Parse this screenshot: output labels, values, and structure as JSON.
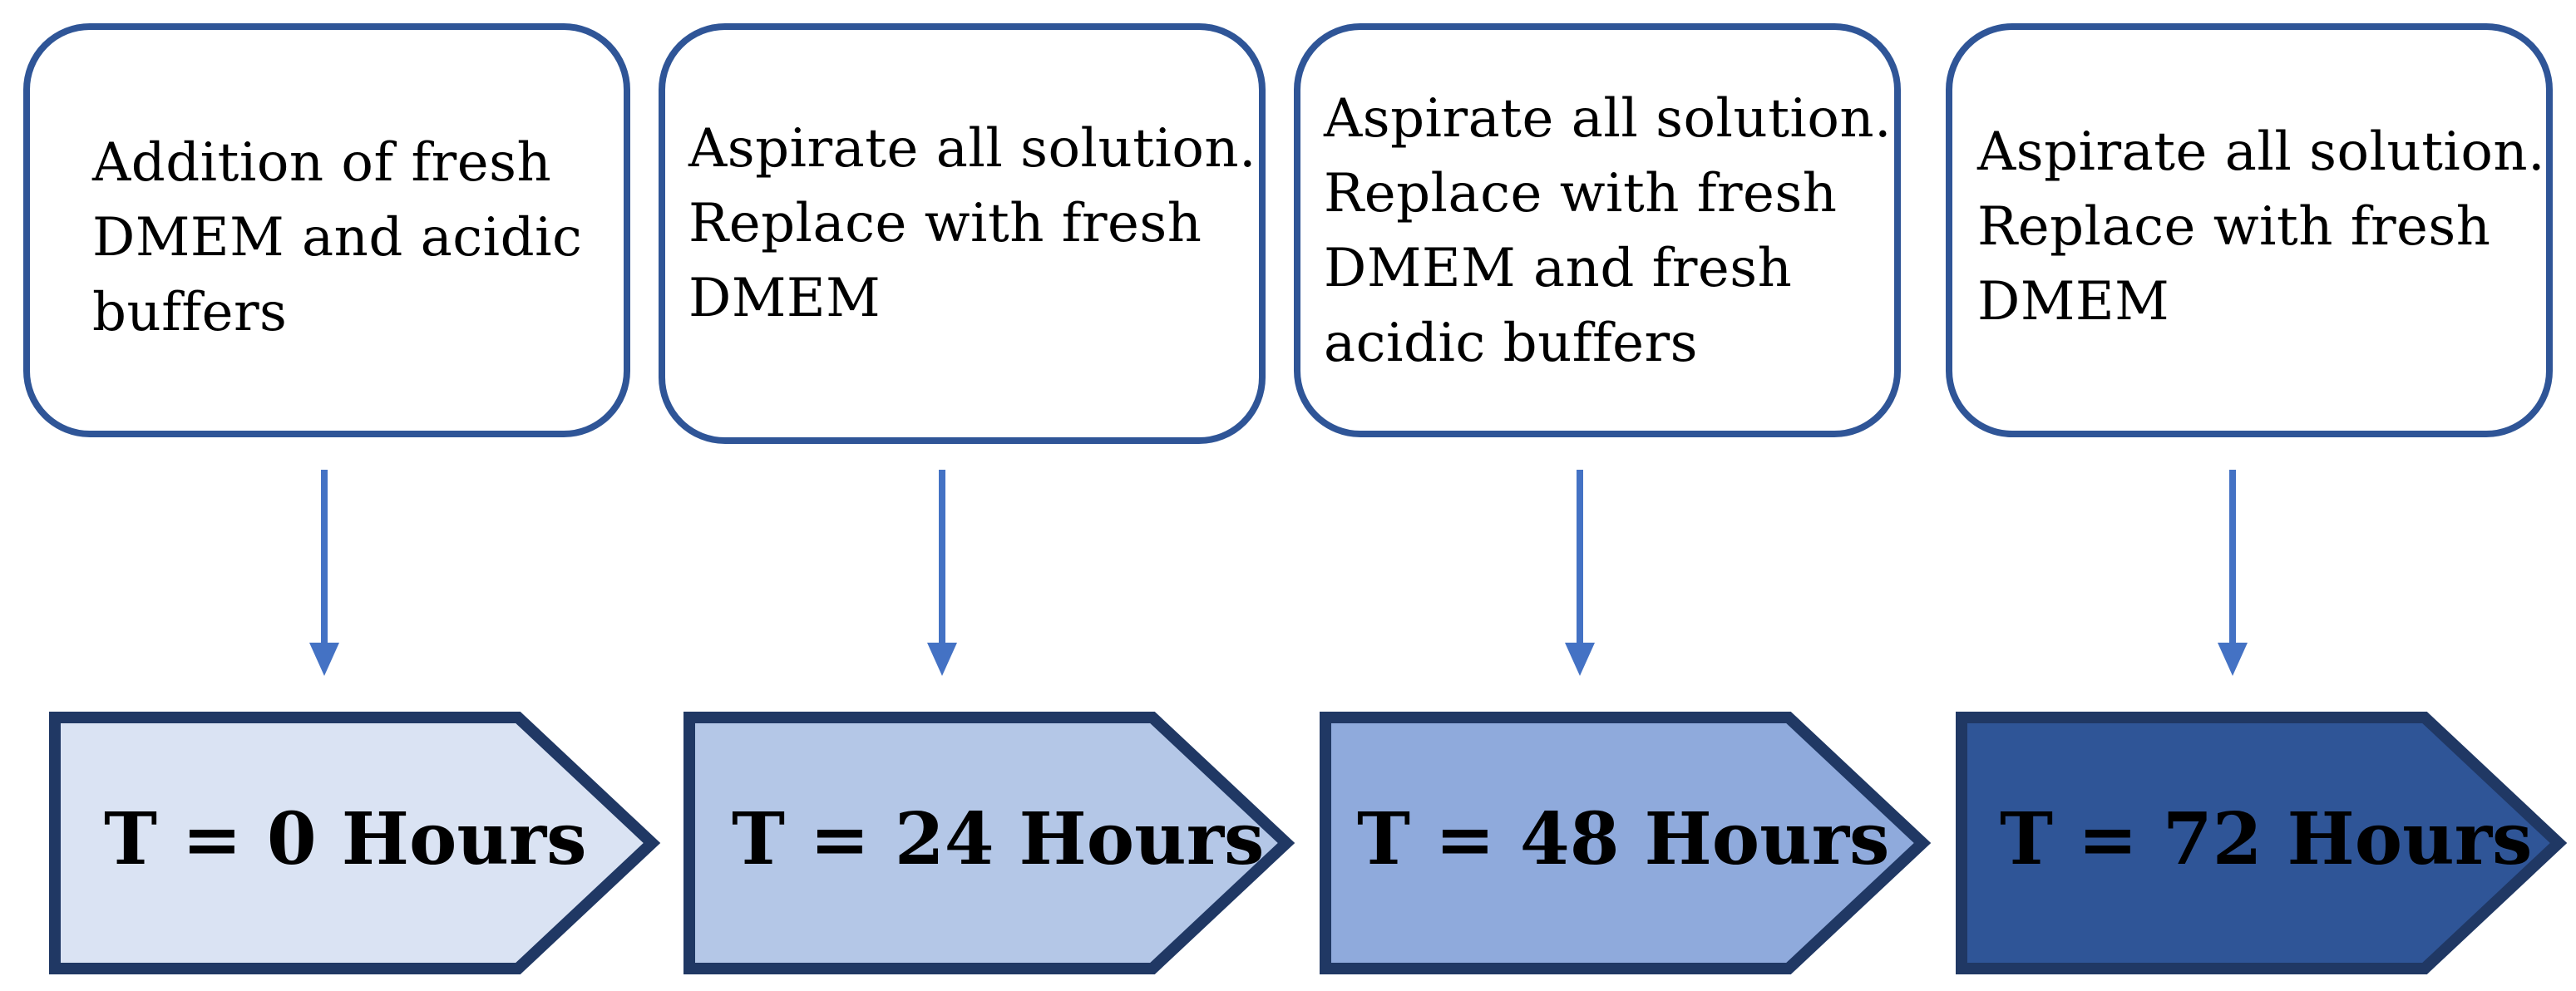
{
  "colors": {
    "box_border": "#2f5597",
    "arrow": "#4472c4",
    "chevron_border": "#203864"
  },
  "steps": [
    {
      "instruction": "Addition of fresh\nDMEM and acidic\nbuffers",
      "time_label": "T = 0 Hours",
      "chevron_fill": "#dae3f3"
    },
    {
      "instruction": "Aspirate all solution.\nReplace with fresh\nDMEM",
      "time_label": "T = 24 Hours",
      "chevron_fill": "#b4c7e7"
    },
    {
      "instruction": "Aspirate all solution.\nReplace with fresh\nDMEM and fresh\nacidic buffers",
      "time_label": "T = 48 Hours",
      "chevron_fill": "#8faadc"
    },
    {
      "instruction": "Aspirate all solution.\nReplace with fresh\nDMEM",
      "time_label": "T = 72 Hours",
      "chevron_fill": "#2f5597"
    }
  ]
}
